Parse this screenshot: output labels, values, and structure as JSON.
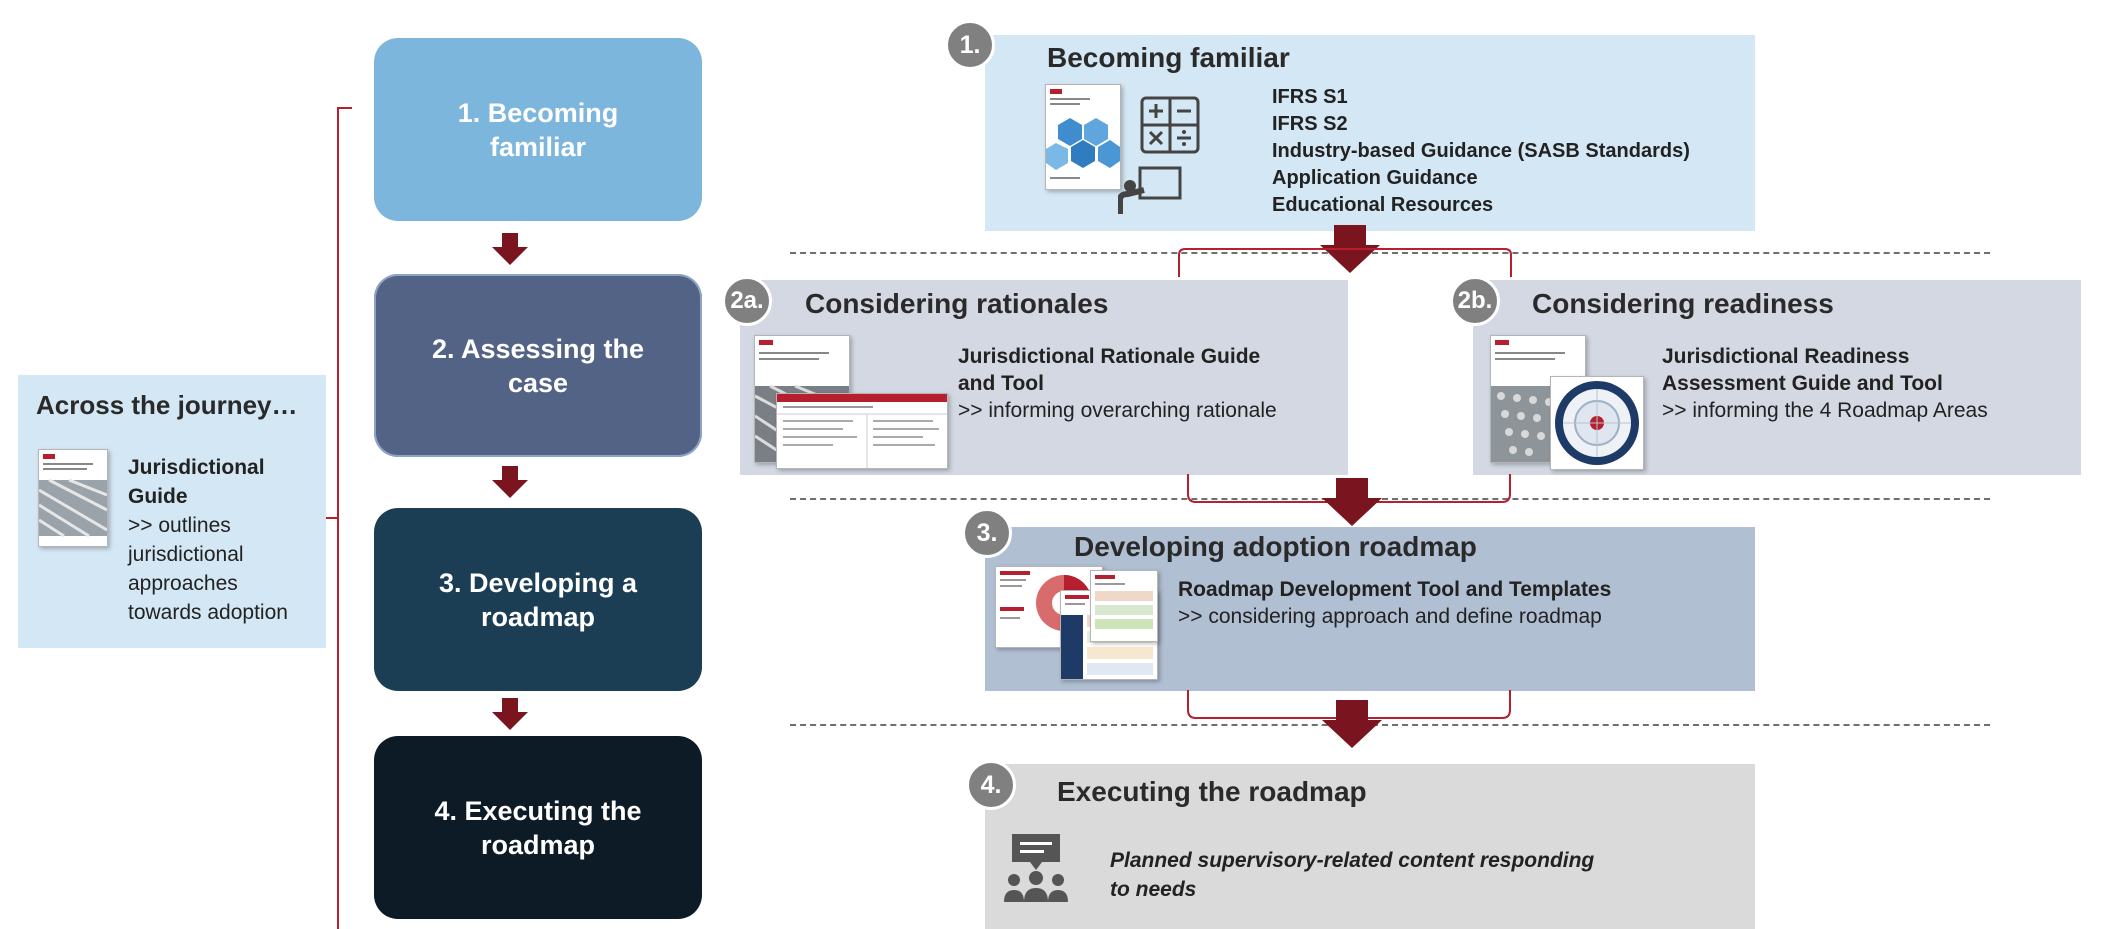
{
  "colors": {
    "stage1": "#7db6dc",
    "stage2": "#536385",
    "stage3": "#1b3e54",
    "stage4": "#0d1b26",
    "arrow": "#7a1520",
    "panel_light_blue": "#d4e7f4",
    "panel_grey_blue": "#d3d8e3",
    "panel_steel": "#b1bfd3",
    "panel_grey": "#dadada"
  },
  "side_panel": {
    "title": "Across the journey…",
    "doc_title_line1": "Jurisdictional",
    "doc_title_line2": "Guide",
    "desc_line1": ">> outlines",
    "desc_line2": "jurisdictional",
    "desc_line3": "approaches",
    "desc_line4": "towards adoption"
  },
  "stages": [
    {
      "line1": "1. Becoming",
      "line2": "familiar"
    },
    {
      "line1": "2. Assessing the",
      "line2": "case"
    },
    {
      "line1": "3. Developing a",
      "line2": "roadmap"
    },
    {
      "line1": "4. Executing the",
      "line2": "roadmap"
    }
  ],
  "step1": {
    "badge": "1.",
    "title": "Becoming familiar",
    "items": [
      "IFRS S1",
      "IFRS S2",
      "Industry-based Guidance (SASB Standards)",
      "Application Guidance",
      "Educational Resources"
    ],
    "icons": [
      "calculator-icon",
      "presentation-icon"
    ]
  },
  "step2a": {
    "badge": "2a.",
    "title": "Considering rationales",
    "tool_line1": "Jurisdictional Rationale Guide",
    "tool_line2": "and Tool",
    "desc": ">> informing overarching rationale"
  },
  "step2b": {
    "badge": "2b.",
    "title": "Considering readiness",
    "tool_line1": "Jurisdictional Readiness",
    "tool_line2": "Assessment Guide and Tool",
    "desc": ">> informing the 4 Roadmap Areas"
  },
  "step3": {
    "badge": "3.",
    "title": "Developing adoption roadmap",
    "tool": "Roadmap Development Tool and Templates",
    "desc": ">> considering approach and define roadmap"
  },
  "step4": {
    "badge": "4.",
    "title": "Executing the roadmap",
    "desc_line1": "Planned supervisory-related content responding",
    "desc_line2": "to needs",
    "icon": "meeting-icon"
  }
}
